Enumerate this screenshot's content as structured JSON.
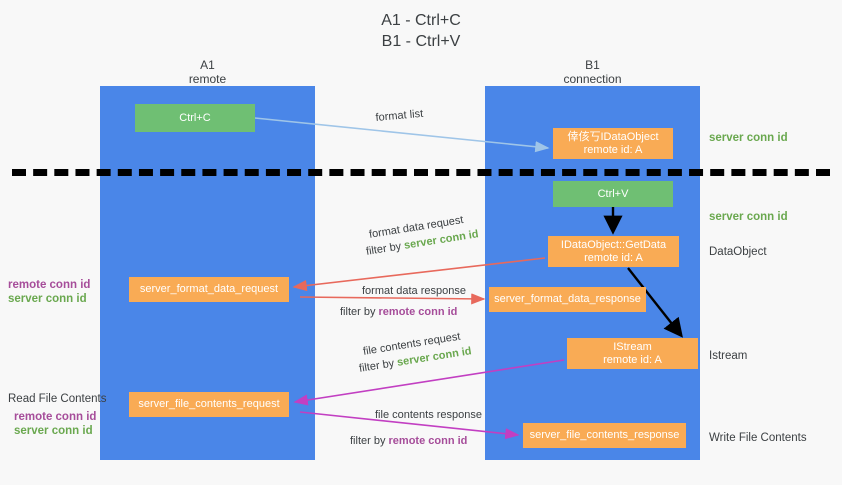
{
  "title": {
    "line1": "A1 - Ctrl+C",
    "line2": "B1 - Ctrl+V"
  },
  "lanes": [
    {
      "name": "A1",
      "sub": "remote"
    },
    {
      "name": "B1",
      "sub": "connection"
    }
  ],
  "boxes": {
    "ctrl_c": {
      "label": "Ctrl+C",
      "color": "#6fbf73"
    },
    "idataobject": {
      "line1": "倖侅丂IDataObject",
      "line2": "remote id: A",
      "color": "#f9ab55"
    },
    "ctrl_v": {
      "label": "Ctrl+V",
      "color": "#6fbf73"
    },
    "getdata": {
      "line1": "IDataObject::GetData",
      "line2": "remote id: A",
      "color": "#f9ab55"
    },
    "format_data_request": {
      "label": "server_format_data_request",
      "color": "#f9ab55"
    },
    "format_data_response": {
      "label": "server_format_data_response",
      "color": "#f9ab55"
    },
    "istream": {
      "line1": "IStream",
      "line2": "remote id: A",
      "color": "#f9ab55"
    },
    "file_contents_request": {
      "label": "server_file_contents_request",
      "color": "#f9ab55"
    },
    "file_contents_response": {
      "label": "server_file_contents_response",
      "color": "#f9ab55"
    }
  },
  "side_labels": {
    "server_conn_id_top": "server conn id",
    "server_conn_id_mid": "server conn id",
    "dataobject": "DataObject",
    "istream": "Istream",
    "write_file_contents": "Write File Contents",
    "read_file_contents": "Read File Contents",
    "remote_conn_id": "remote conn id",
    "server_conn_id": "server conn id"
  },
  "annotations": {
    "format_list": "format list",
    "format_data_request": "format data request",
    "filter_by": "filter by",
    "server_conn_id": "server conn id",
    "remote_conn_id": "remote conn id",
    "format_data_response": "format data response",
    "file_contents_request": "file contents request",
    "file_contents_response": "file contents response"
  },
  "colors": {
    "lane": "#4a86e8",
    "green": "#6aa84f",
    "purple": "#a64d9a",
    "orange": "#f9ab55",
    "red_arrow": "#e8695c",
    "blue_arrow": "#9fc5e8",
    "magenta_arrow": "#c23fc2",
    "black": "#000000",
    "background": "#f8f8f8"
  }
}
